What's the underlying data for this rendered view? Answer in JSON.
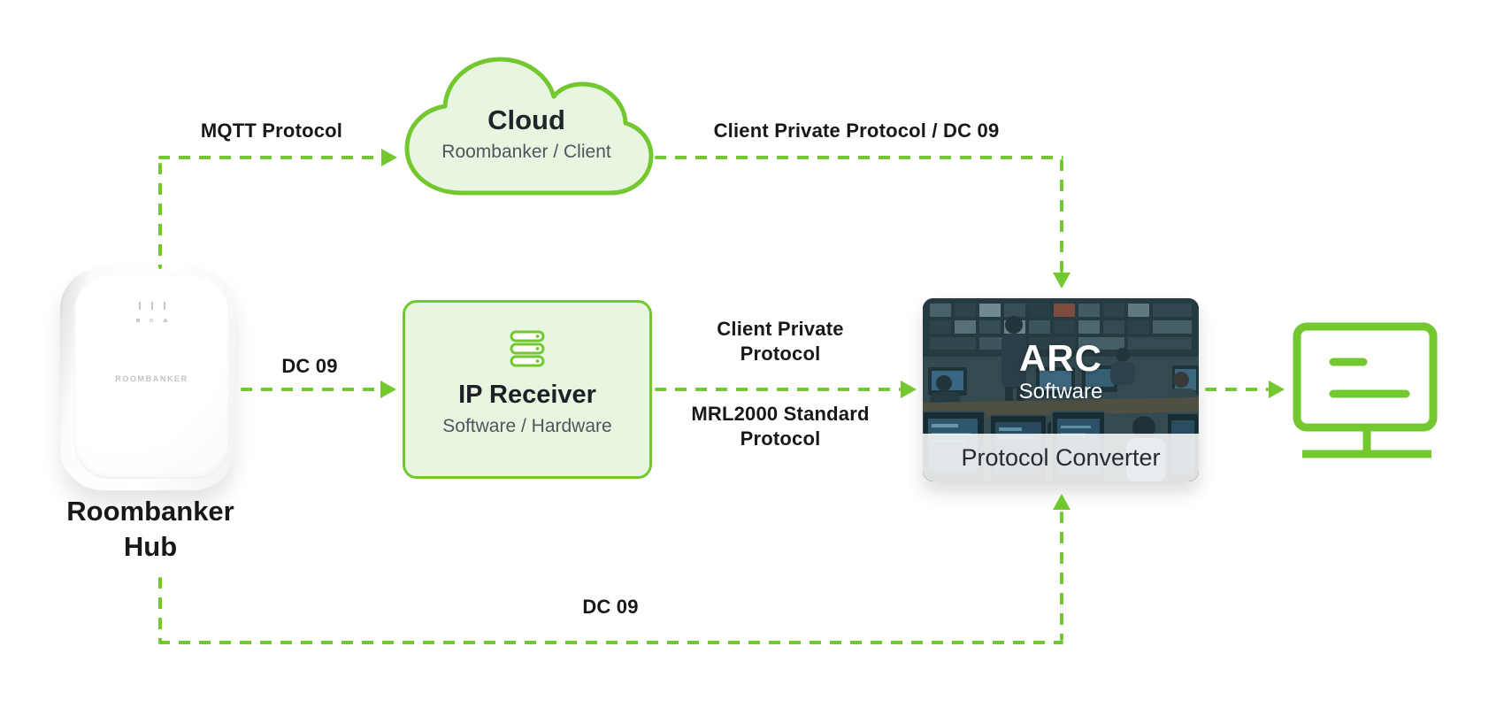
{
  "diagram": {
    "nodes": {
      "hub": {
        "label": "Roombanker\nHub",
        "device_text": "ROOMBANKER"
      },
      "cloud": {
        "title": "Cloud",
        "subtitle": "Roombanker / Client"
      },
      "ip_receiver": {
        "title": "IP Receiver",
        "subtitle": "Software / Hardware"
      },
      "arc": {
        "title": "ARC",
        "subtitle": "Software",
        "caption": "Protocol Converter"
      }
    },
    "edges": [
      {
        "id": "hub-to-cloud",
        "label": "MQTT Protocol"
      },
      {
        "id": "cloud-to-arc",
        "label": "Client Private Protocol / DC 09"
      },
      {
        "id": "hub-to-ip-receiver",
        "label": "DC 09"
      },
      {
        "id": "ip-receiver-to-arc",
        "label_above": "Client Private\nProtocol",
        "label_below": "MRL2000 Standard\nProtocol"
      },
      {
        "id": "arc-to-monitor",
        "label": ""
      },
      {
        "id": "arc-to-hub",
        "label": "DC 09"
      }
    ],
    "icons": {
      "cloud": "cloud-shape",
      "ip_receiver": "server-stack-icon",
      "monitor": "monitor-icon"
    },
    "colors": {
      "brand_green": "#74c82f",
      "node_fill_green": "#e8f5e0",
      "label_text": "#17181a",
      "subtitle_gray": "#50565c"
    }
  }
}
